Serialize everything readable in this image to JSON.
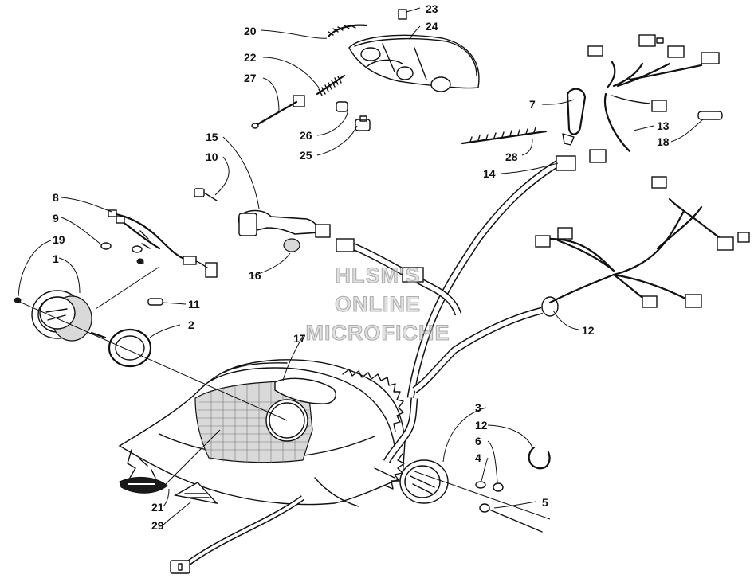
{
  "watermark": {
    "line1": "HLSM'S",
    "line2": "ONLINE",
    "line3": "MICROFICHE"
  },
  "callouts": {
    "c1": "1",
    "c2": "2",
    "c3": "3",
    "c4": "4",
    "c5": "5",
    "c6": "6",
    "c7": "7",
    "c8": "8",
    "c9": "9",
    "c10": "10",
    "c11": "11",
    "c12a": "12",
    "c12b": "12",
    "c13": "13",
    "c14": "14",
    "c15": "15",
    "c16": "16",
    "c17": "17",
    "c18": "18",
    "c19": "19",
    "c20": "20",
    "c21": "21",
    "c22": "22",
    "c23": "23",
    "c24": "24",
    "c25": "25",
    "c26": "26",
    "c27": "27",
    "c28": "28",
    "c29": "29"
  },
  "colors": {
    "ink": "#111111",
    "paper": "#ffffff",
    "watermark": "#c8c8c8"
  }
}
